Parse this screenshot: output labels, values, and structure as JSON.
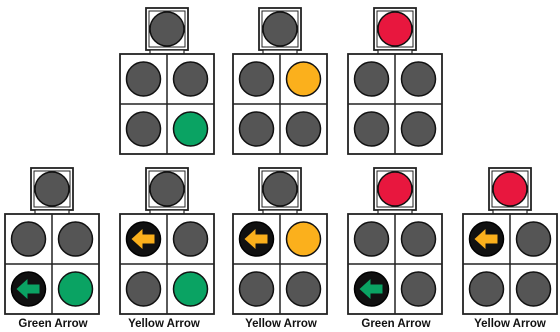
{
  "colors": {
    "off": "#555555",
    "red": "#e8173e",
    "yellow": "#fbb01c",
    "green": "#0aa363",
    "arrow_green": "#0aa363",
    "arrow_yellow": "#fbb01c",
    "arrow_disc": "#111111",
    "housing_fill": "#ffffff",
    "housing_stroke": "#222222"
  },
  "signals": [
    {
      "id": "top-1",
      "head": "off",
      "cells": [
        "off",
        "off",
        "off",
        "green"
      ],
      "caption": ""
    },
    {
      "id": "top-2",
      "head": "off",
      "cells": [
        "off",
        "yellow",
        "off",
        "off"
      ],
      "caption": ""
    },
    {
      "id": "top-3",
      "head": "red",
      "cells": [
        "off",
        "off",
        "off",
        "off"
      ],
      "caption": ""
    },
    {
      "id": "bottom-1",
      "head": "off",
      "cells": [
        "off",
        "off",
        "arrow_green",
        "green"
      ],
      "caption": "Green Arrow"
    },
    {
      "id": "bottom-2",
      "head": "off",
      "cells": [
        "arrow_yellow",
        "off",
        "off",
        "green"
      ],
      "caption": "Yellow Arrow"
    },
    {
      "id": "bottom-3",
      "head": "off",
      "cells": [
        "arrow_yellow",
        "yellow",
        "off",
        "off"
      ],
      "caption": "Yellow Arrow"
    },
    {
      "id": "bottom-4",
      "head": "red",
      "cells": [
        "off",
        "off",
        "arrow_green",
        "off"
      ],
      "caption": "Green Arrow"
    },
    {
      "id": "bottom-5",
      "head": "red",
      "cells": [
        "arrow_yellow",
        "off",
        "off",
        "off"
      ],
      "caption": "Yellow Arrow"
    }
  ]
}
